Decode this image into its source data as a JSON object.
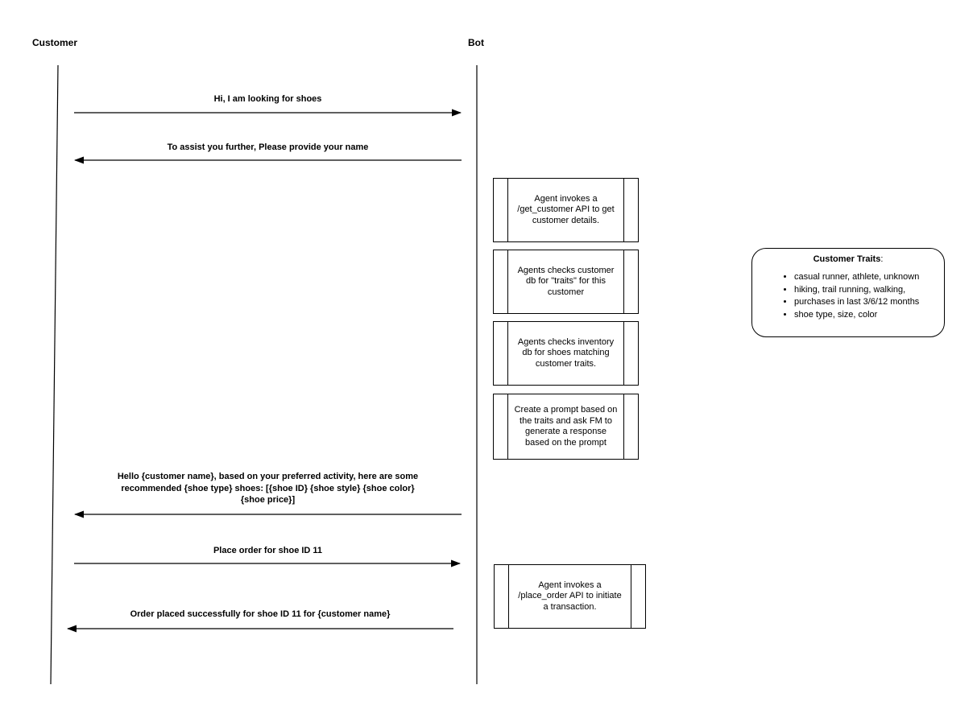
{
  "diagram": {
    "actors": [
      {
        "name": "Customer"
      },
      {
        "name": "Bot"
      }
    ],
    "messages": [
      {
        "from": "Customer",
        "to": "Bot",
        "direction": "right",
        "text": "Hi, I am looking for shoes"
      },
      {
        "from": "Bot",
        "to": "Customer",
        "direction": "left",
        "text": "To assist you further, Please provide your name"
      },
      {
        "from": "Bot",
        "to": "Customer",
        "direction": "left",
        "text": "Hello {customer name}, based on your preferred activity, here are some\nrecommended {shoe type} shoes: [{shoe ID} {shoe style} {shoe color}\n{shoe price}]"
      },
      {
        "from": "Customer",
        "to": "Bot",
        "direction": "right",
        "text": "Place order for shoe ID 11"
      },
      {
        "from": "Bot",
        "to": "Customer",
        "direction": "left",
        "text": "Order placed successfully for shoe ID 11 for {customer name}"
      }
    ],
    "processes": [
      {
        "text": "Agent invokes a\n/get_customer API to get\ncustomer details."
      },
      {
        "text": "Agents checks customer\ndb for \"traits\" for this\ncustomer"
      },
      {
        "text": "Agents checks inventory\ndb for shoes matching\ncustomer traits."
      },
      {
        "text": "Create a prompt based on\nthe traits and ask FM to\ngenerate a response\nbased on the prompt"
      },
      {
        "text": "Agent invokes a\n/place_order API to initiate\na transaction."
      }
    ],
    "note": {
      "title": "Customer Traits",
      "title_suffix": ":",
      "bullets": [
        "casual runner, athlete, unknown",
        "hiking, trail running, walking,",
        "purchases in last 3/6/12 months",
        "shoe type, size, color"
      ]
    },
    "colors": {
      "line": "#000000",
      "background": "#ffffff",
      "text": "#000000"
    }
  }
}
